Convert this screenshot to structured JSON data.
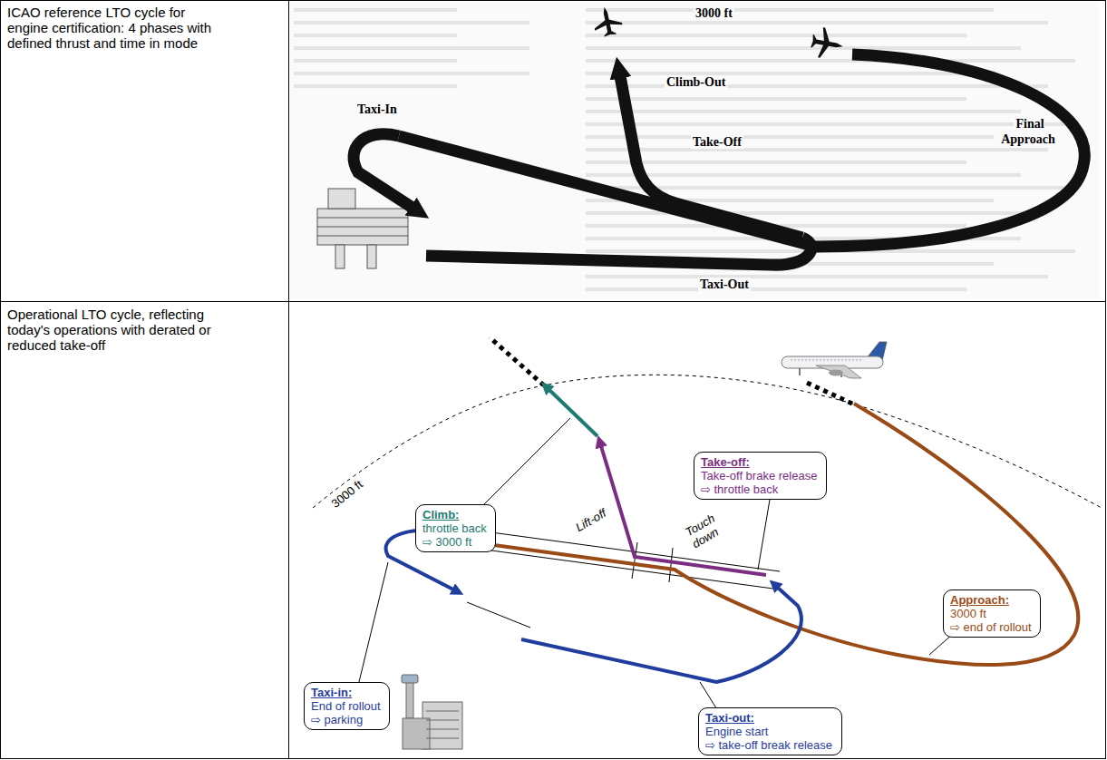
{
  "diagram": {
    "nodes": [
      {
        "text": [
          "Climb:",
          "throttle back ⇨ 3000 ft"
        ]
      },
      {
        "text": [
          "Take-off:",
          "Take-off brake release ⇨ throttle back"
        ]
      },
      {
        "text": [
          "Approach:",
          "3000 ft ⇨ end of rollout"
        ]
      },
      {
        "text": [
          "Taxi-in:",
          "End of rollout ⇨ parking"
        ]
      },
      {
        "text": [
          "Taxi-out:",
          "Engine start ⇨ take-off break release"
        ]
      }
    ],
    "labels": [
      "ICAO reference LTO cycle for engine certification: 4 phases with defined thrust and time in mode",
      "3000 ft",
      "Climb-Out",
      "Take-Off",
      "Taxi-In",
      "Final Approach",
      "Taxi-Out",
      "Operational LTO cycle, reflecting today's operations with derated or reduced take-off",
      "3000 ft",
      "Lift-off",
      "Touch down"
    ]
  }
}
